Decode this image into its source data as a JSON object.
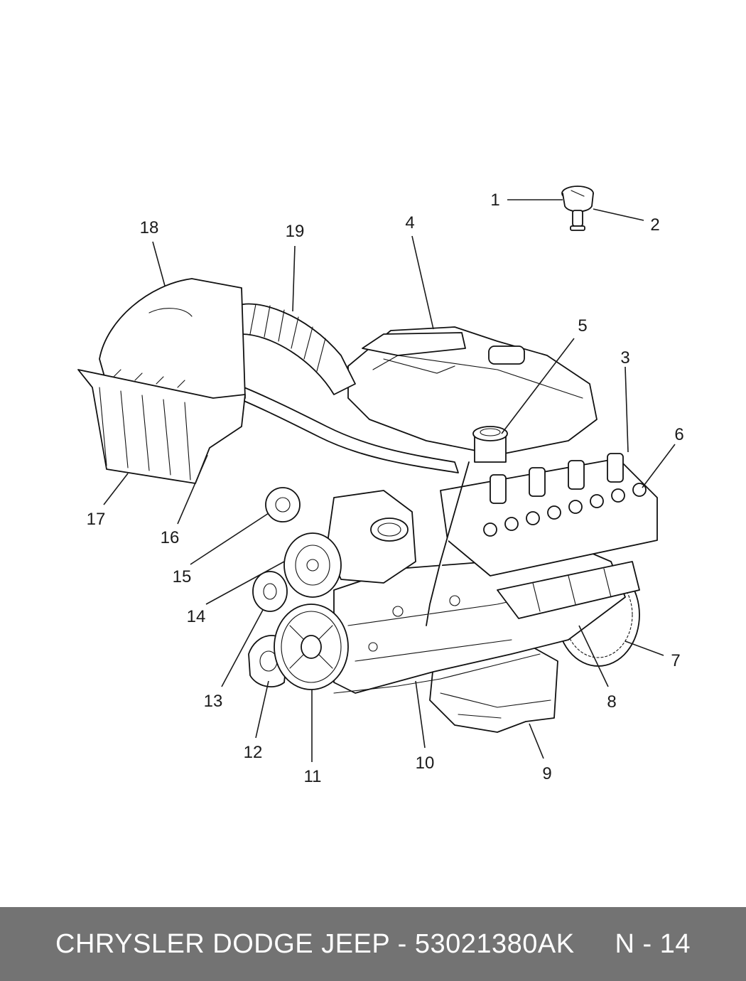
{
  "diagram": {
    "callouts": [
      {
        "id": "1",
        "label": "1"
      },
      {
        "id": "2",
        "label": "2"
      },
      {
        "id": "3",
        "label": "3"
      },
      {
        "id": "4",
        "label": "4"
      },
      {
        "id": "5",
        "label": "5"
      },
      {
        "id": "6",
        "label": "6"
      },
      {
        "id": "7",
        "label": "7"
      },
      {
        "id": "8",
        "label": "8"
      },
      {
        "id": "9",
        "label": "9"
      },
      {
        "id": "10",
        "label": "10"
      },
      {
        "id": "11",
        "label": "11"
      },
      {
        "id": "12",
        "label": "12"
      },
      {
        "id": "13",
        "label": "13"
      },
      {
        "id": "14",
        "label": "14"
      },
      {
        "id": "15",
        "label": "15"
      },
      {
        "id": "16",
        "label": "16"
      },
      {
        "id": "17",
        "label": "17"
      },
      {
        "id": "18",
        "label": "18"
      },
      {
        "id": "19",
        "label": "19"
      }
    ]
  },
  "footer": {
    "part_text": "CHRYSLER DODGE JEEP - 53021380AK",
    "page_ref": "N - 14",
    "bg_color": "#737373",
    "text_color": "#ffffff"
  }
}
